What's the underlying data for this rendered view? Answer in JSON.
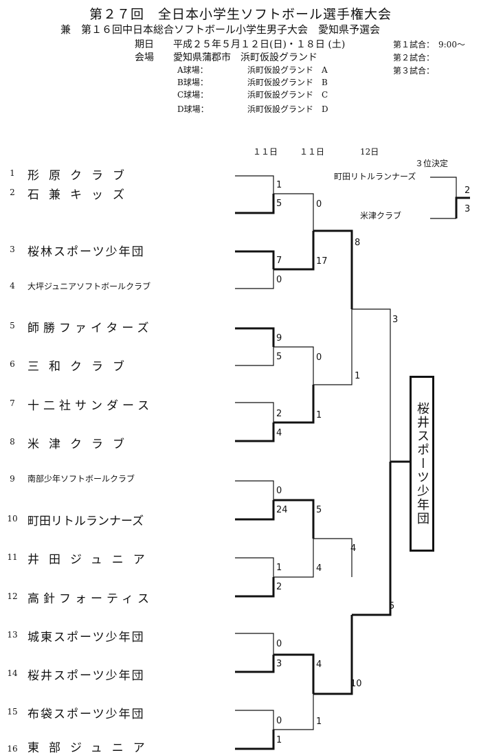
{
  "header": {
    "title": "第２７回　全日本小学生ソフトボール選手権大会",
    "subtitle": "兼　第１６回中日本総合ソフトボール小学生男子大会　愛知県予選会",
    "date_label": "期日",
    "date_value": "平成２５年５月１２日(日)・１８日 (土)",
    "venue_label": "会場",
    "venue_value": "愛知県蒲郡市　浜町仮設グランド",
    "fields": [
      {
        "name": "A球場：",
        "place": "浜町仮設グランド　A"
      },
      {
        "name": "B球場：",
        "place": "浜町仮設グランド　B"
      },
      {
        "name": "C球場：",
        "place": "浜町仮設グランド　C"
      },
      {
        "name": "D球場：",
        "place": "浜町仮設グランド　D"
      }
    ],
    "games": [
      "第１試合：　9:00～",
      "第２試合：",
      "第３試合："
    ]
  },
  "days": [
    "１１日",
    "１１日",
    "12日"
  ],
  "teams": [
    {
      "num": "1",
      "name": "形原クラブ"
    },
    {
      "num": "2",
      "name": "石兼キッズ"
    },
    {
      "num": "3",
      "name": "桜林スポーツ少年団"
    },
    {
      "num": "4",
      "name": "大坪ジュニアソフトボールクラブ"
    },
    {
      "num": "5",
      "name": "師勝ファイターズ"
    },
    {
      "num": "6",
      "name": "三和クラブ"
    },
    {
      "num": "7",
      "name": "十二社サンダース"
    },
    {
      "num": "8",
      "name": "米津クラブ"
    },
    {
      "num": "9",
      "name": "南部少年ソフトボールクラブ"
    },
    {
      "num": "10",
      "name": "町田リトルランナーズ"
    },
    {
      "num": "11",
      "name": "井田ジュニア"
    },
    {
      "num": "12",
      "name": "高針フォーティス"
    },
    {
      "num": "13",
      "name": "城東スポーツ少年団"
    },
    {
      "num": "14",
      "name": "桜井スポーツ少年団"
    },
    {
      "num": "15",
      "name": "布袋スポーツ少年団"
    },
    {
      "num": "16",
      "name": "東部ジュニア"
    }
  ],
  "scores": {
    "r1": [
      "1",
      "5",
      "7",
      "0",
      "9",
      "5",
      "2",
      "4",
      "0",
      "24",
      "1",
      "2",
      "0",
      "3",
      "0",
      "1"
    ],
    "r2": [
      "0",
      "17",
      "0",
      "1",
      "5",
      "4",
      "4",
      "1"
    ],
    "r3": [
      "8",
      "1",
      "4",
      "10"
    ],
    "r4": [
      "3",
      "5"
    ]
  },
  "third_place": {
    "label": "３位決定",
    "team_a": "町田リトルランナーズ",
    "team_b": "米津クラブ",
    "score_a": "2",
    "score_b": "3"
  },
  "champion": "桜井スポーツ少年団"
}
